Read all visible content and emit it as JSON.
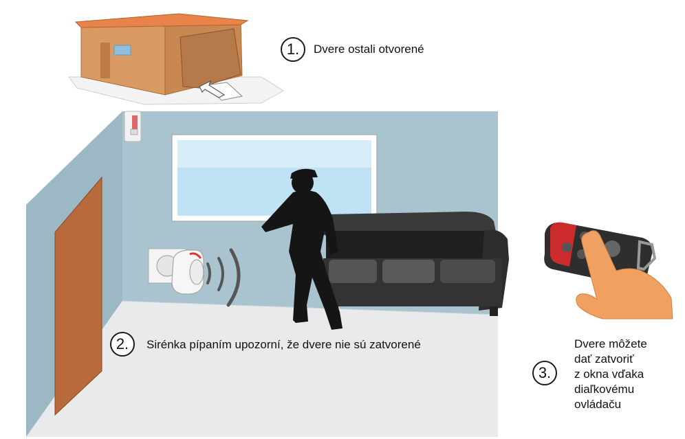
{
  "steps": [
    {
      "number": "1.",
      "text": "Dvere ostali otvorené"
    },
    {
      "number": "2.",
      "text": "Sirénka pípaním upozorní, že dvere nie sú zatvorené"
    },
    {
      "number": "3.",
      "lines": [
        "Dvere môžete",
        "dať zatvoriť",
        "z okna vďaka",
        "diaľkovému",
        "ovládaču"
      ]
    }
  ],
  "colors": {
    "wall": "#a9c3cf",
    "floor": "#e9eaeb",
    "door": "#b86a3c",
    "garage_wall": "#d99a63",
    "garage_roof": "#e8844a",
    "sofa": "#2b2b2b",
    "silhouette": "#151515",
    "skin": "#f0a060"
  },
  "icons": [
    "garage",
    "pir-sensor",
    "window",
    "door",
    "wall-socket",
    "siren",
    "sound-waves",
    "person-silhouette",
    "sofa",
    "remote-control",
    "hand"
  ]
}
